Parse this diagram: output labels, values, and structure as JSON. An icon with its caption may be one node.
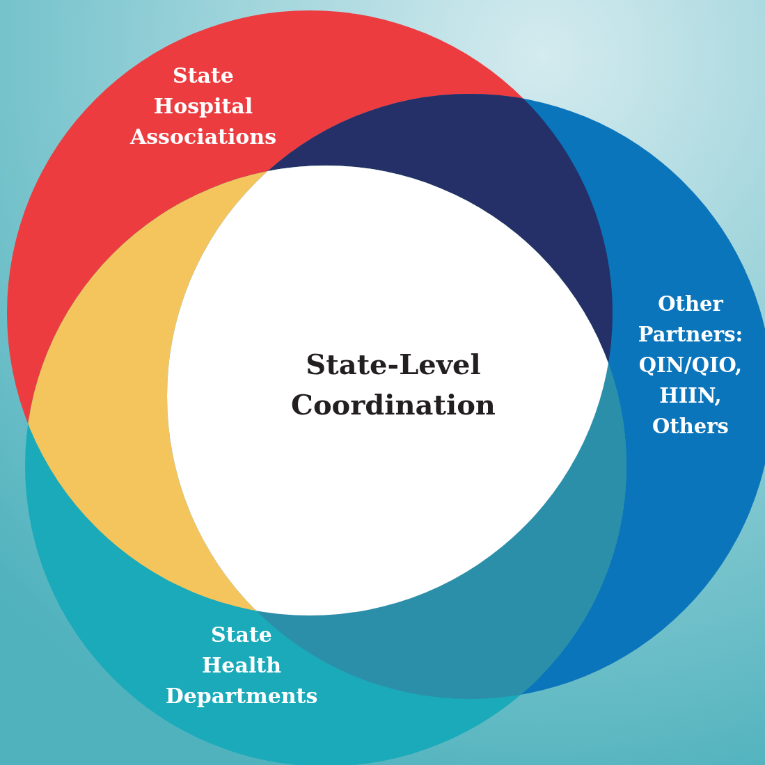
{
  "diagram": {
    "nodes": [
      {
        "text": [
          "State Hospital Associations"
        ]
      },
      {
        "text": [
          "Other Partners: QIN/QIO, HIIN, Others"
        ]
      },
      {
        "text": [
          "State Health Departments"
        ]
      },
      {
        "text": [
          "State-Level Coordination"
        ]
      }
    ]
  }
}
